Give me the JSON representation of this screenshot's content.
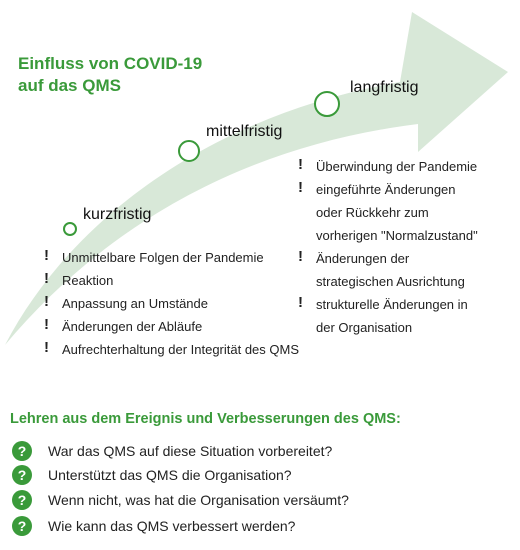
{
  "title": {
    "line1": "Einfluss von COVID-19",
    "line2": "auf das QMS"
  },
  "stages": {
    "short": "kurzfristig",
    "mid": "mittelfristig",
    "long": "langfristig"
  },
  "short_term_items": [
    "Unmittelbare Folgen der Pandemie",
    "Reaktion",
    "Anpassung an Umstände",
    "Änderungen der Abläufe",
    "Aufrechterhaltung der Integrität des QMS"
  ],
  "long_term_items": [
    {
      "lines": [
        "Überwindung der Pandemie"
      ]
    },
    {
      "lines": [
        "eingeführte Änderungen",
        "oder Rückkehr zum",
        "vorherigen \"Normalzustand\""
      ]
    },
    {
      "lines": [
        "Änderungen der",
        "strategischen Ausrichtung"
      ]
    },
    {
      "lines": [
        "strukturelle Änderungen in",
        "der Organisation"
      ]
    }
  ],
  "bullet_symbol": "!",
  "lessons": {
    "title": "Lehren aus dem Ereignis und Verbesserungen des QMS:",
    "icon_symbol": "?",
    "questions": [
      "War das QMS auf diese Situation vorbereitet?",
      "Unterstützt das QMS die Organisation?",
      "Wenn nicht, was hat die Organisation versäumt?",
      "Wie kann das QMS verbessert werden?"
    ]
  },
  "colors": {
    "accent_green": "#3a9a3a",
    "arrow_fill": "#d8e8d8"
  }
}
